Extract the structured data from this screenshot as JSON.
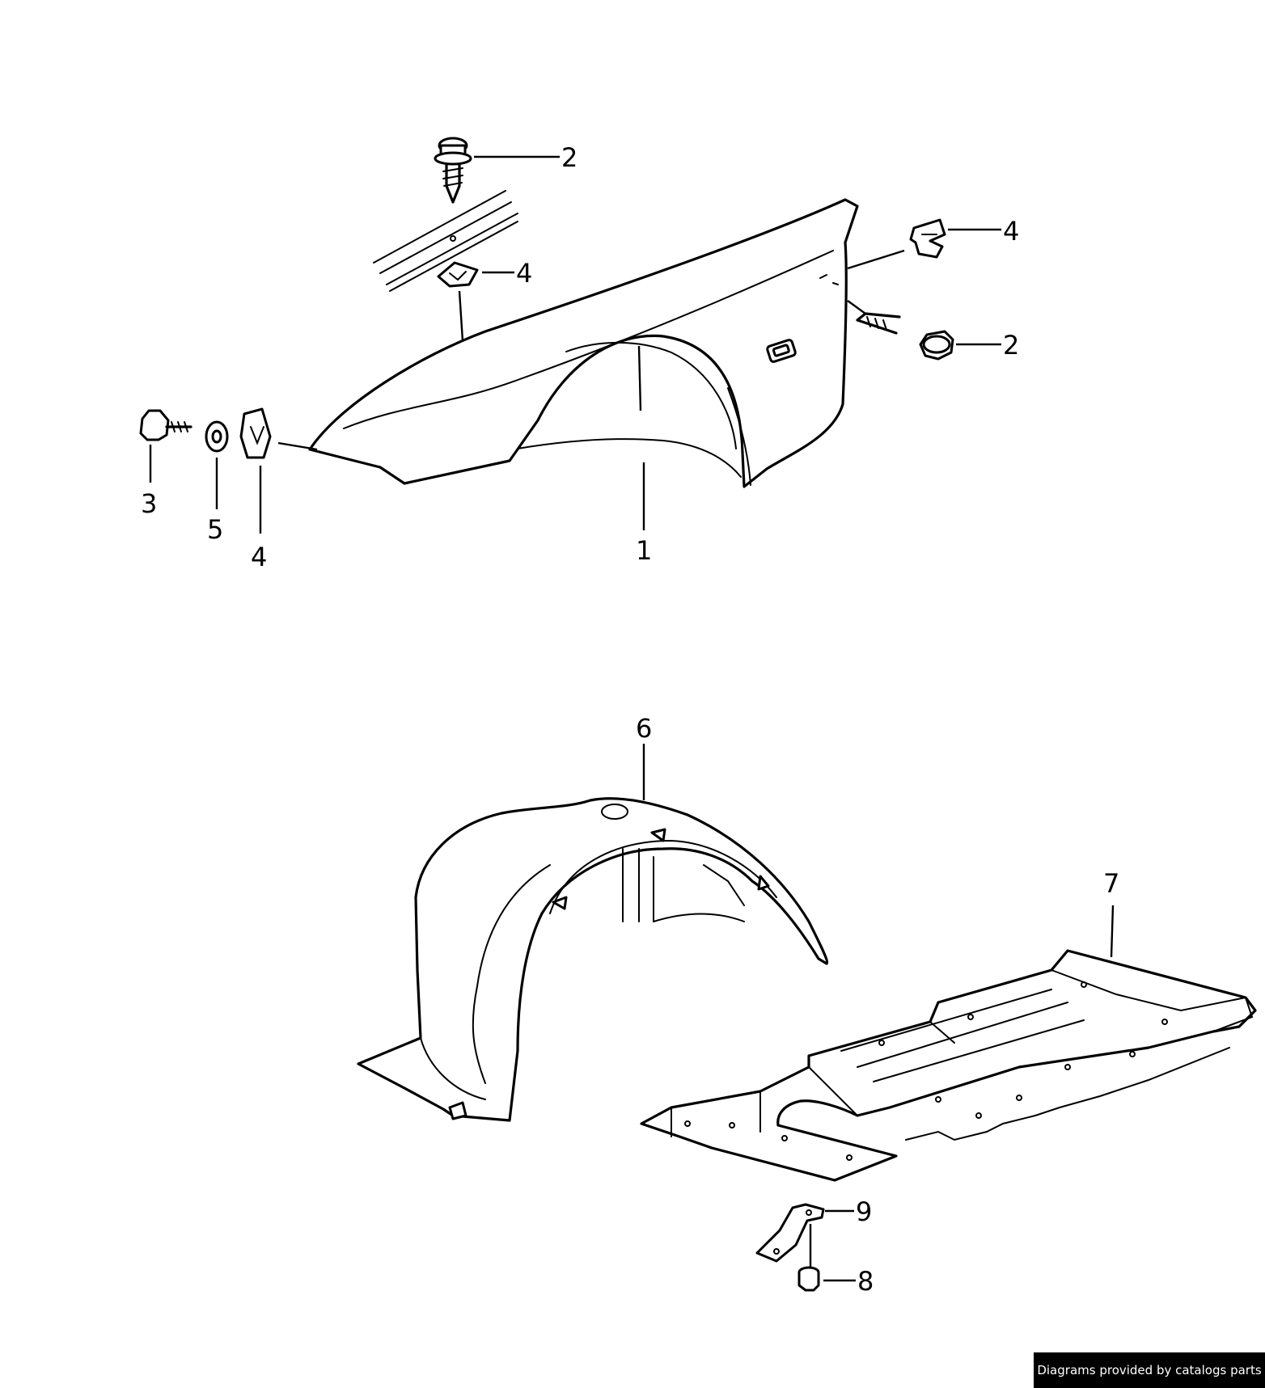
{
  "callouts": {
    "c1": "1",
    "c2a": "2",
    "c2b": "2",
    "c3": "3",
    "c4a": "4",
    "c4b": "4",
    "c4c": "4",
    "c5": "5",
    "c6": "6",
    "c7": "7",
    "c8": "8",
    "c9": "9"
  },
  "credit": "Diagrams provided by catalogs parts",
  "colors": {
    "line": "#000000",
    "background": "#ffffff",
    "credit_bg": "#000000",
    "credit_text": "#ffffff"
  }
}
